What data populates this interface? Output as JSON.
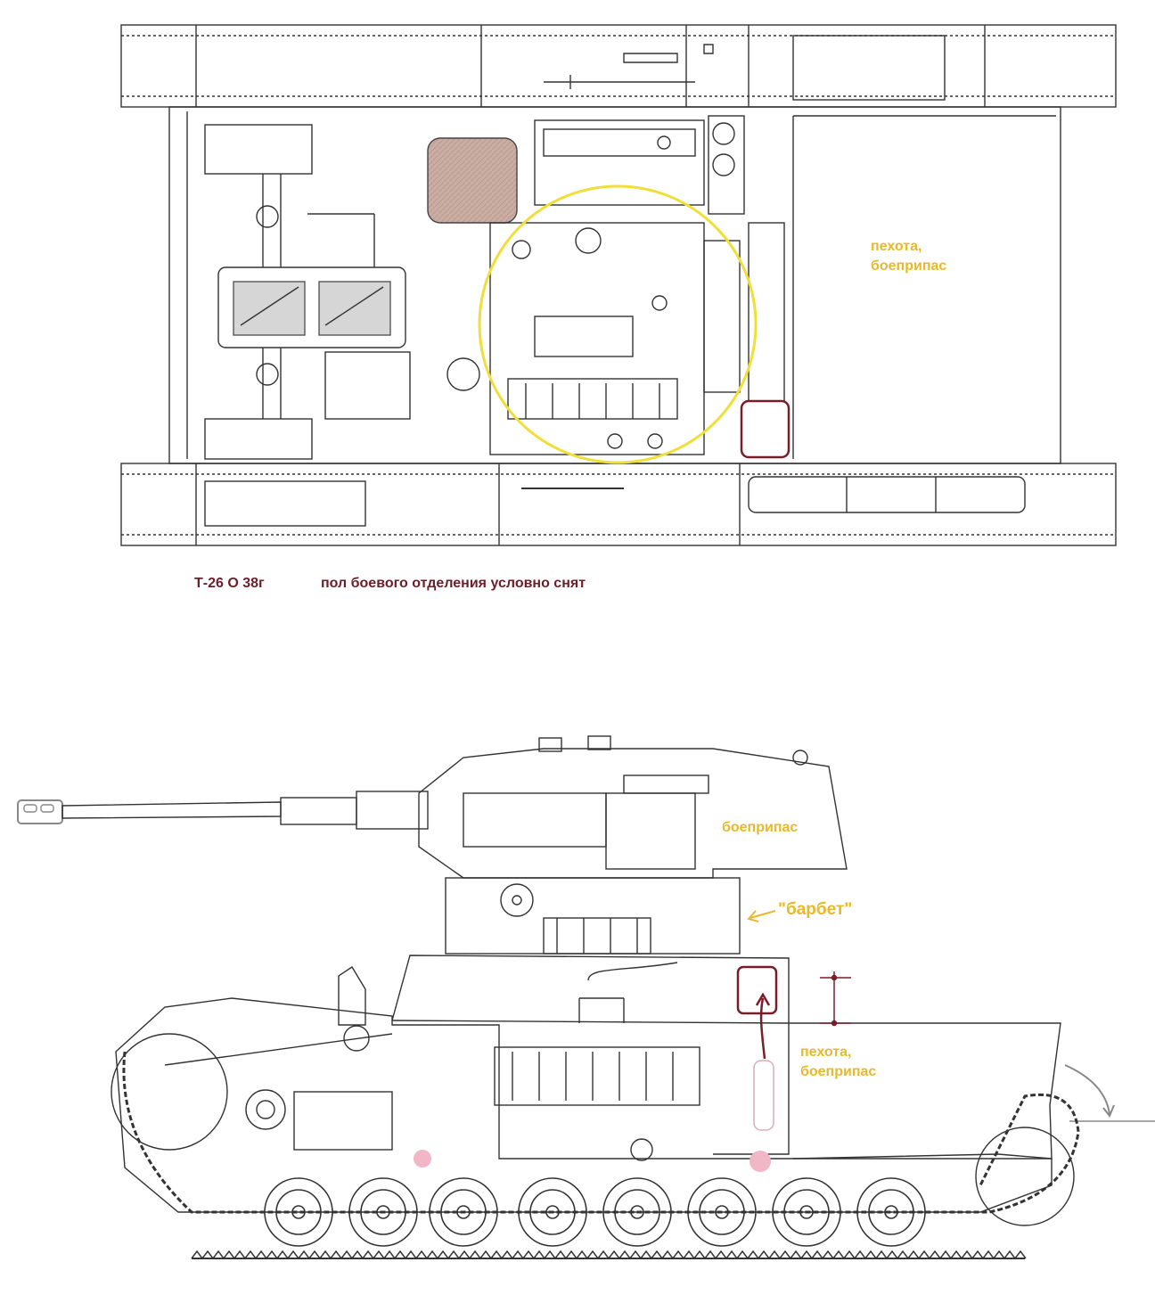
{
  "top_view": {
    "labels": {
      "infantry_line1": "пехота,",
      "infantry_line2": "боеприпас"
    },
    "caption": {
      "model": "Т-26 О 38г",
      "note": "пол боевого отделения условно снят"
    }
  },
  "side_view": {
    "labels": {
      "turret_ammo": "боеприпас",
      "barbet": "\"барбет\"",
      "infantry_line1": "пехота,",
      "infantry_line2": "боеприпас"
    }
  },
  "colors": {
    "annotation_yellow": "#e8b92c",
    "annotation_maroon": "#6b1f2a",
    "engine_circle": "#f0df3a",
    "fuel_tank": "#c9a99a",
    "pink_marker": "#f1b7c6"
  }
}
